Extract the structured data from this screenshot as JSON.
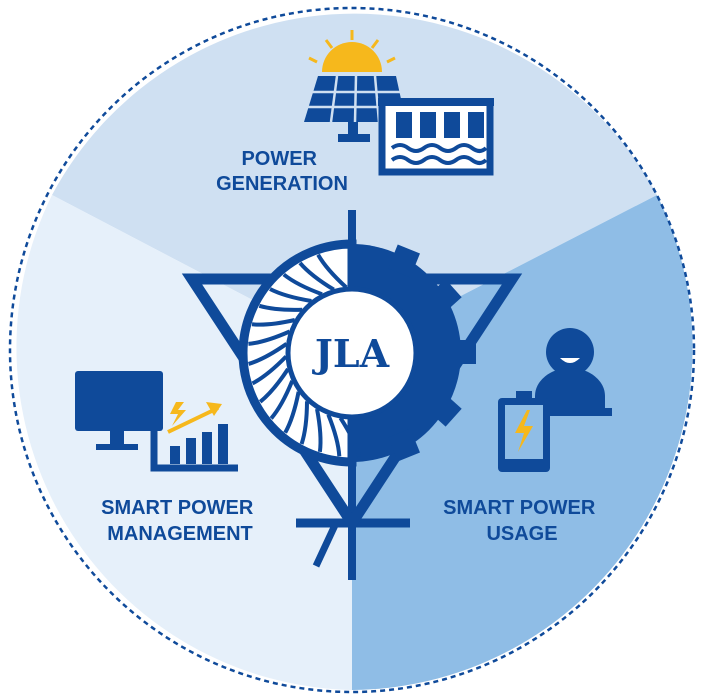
{
  "logo": {
    "text": "JLA"
  },
  "segments": [
    {
      "id": "generation",
      "lines": [
        "POWER",
        "GENERATION"
      ]
    },
    {
      "id": "management",
      "lines": [
        "SMART POWER",
        "MANAGEMENT"
      ]
    },
    {
      "id": "usage",
      "lines": [
        "SMART POWER",
        "USAGE"
      ]
    }
  ],
  "colors": {
    "dark_blue": "#0f4a9a",
    "seg_generation": "#cfe0f2",
    "seg_management": "#e6f0fa",
    "seg_usage": "#8fbde6",
    "sun": "#f6b81c",
    "white": "#ffffff"
  },
  "icons": {
    "generation": [
      "solar-panel-icon",
      "sun-icon",
      "hydro-dam-icon"
    ],
    "management": [
      "monitor-icon",
      "growth-chart-icon",
      "lightning-icon"
    ],
    "usage": [
      "person-icon",
      "battery-icon",
      "lightning-icon"
    ],
    "center": [
      "turbine-icon",
      "gear-icon",
      "triangle-icon",
      "thyristor-icon"
    ]
  }
}
